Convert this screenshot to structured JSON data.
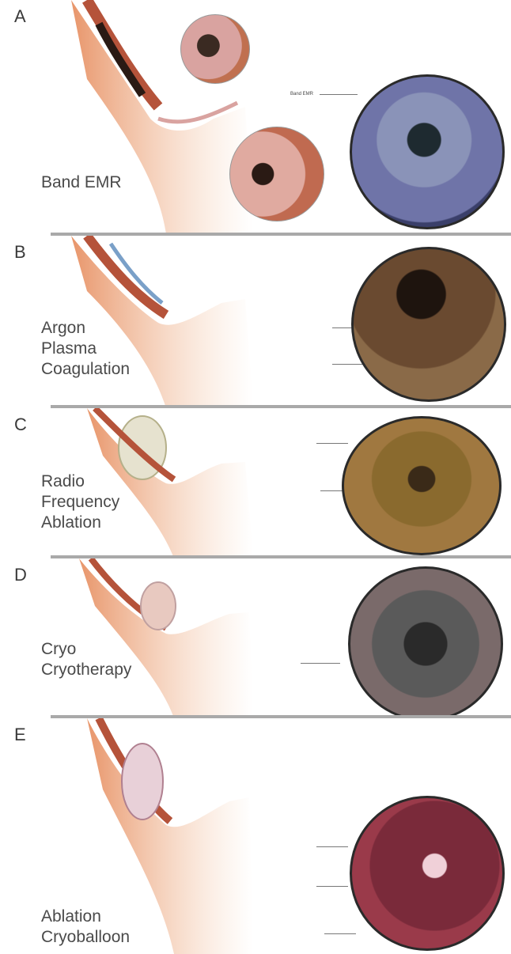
{
  "panels": [
    {
      "letter": "A",
      "label_lines": [
        "Band EMR"
      ],
      "annotations": [
        "Band EMR"
      ]
    },
    {
      "letter": "B",
      "label_lines": [
        "Argon",
        "Plasma",
        "Coagulation"
      ],
      "annotations": [
        "",
        ""
      ]
    },
    {
      "letter": "C",
      "label_lines": [
        "Radio",
        "Frequency",
        "Ablation"
      ],
      "annotations": [
        "",
        ""
      ]
    },
    {
      "letter": "D",
      "label_lines": [
        "Cryo",
        "Cryotherapy"
      ],
      "annotations": [
        ""
      ]
    },
    {
      "letter": "E",
      "label_lines": [
        "Ablation",
        "Cryoballoon"
      ],
      "annotations": [
        "",
        "",
        ""
      ]
    }
  ],
  "colors": {
    "divider": "#a9a9a9",
    "tissue_light": "#f4c9a8",
    "tissue_mid": "#e8956a",
    "tissue_dark": "#b5533a",
    "mucosa": "#d9a3a0",
    "endo_a": "#6f74a8",
    "endo_b": "#6a4a30",
    "endo_c": "#8a6a2e",
    "endo_d": "#5a5a5a",
    "endo_e": "#7a2a3a"
  }
}
